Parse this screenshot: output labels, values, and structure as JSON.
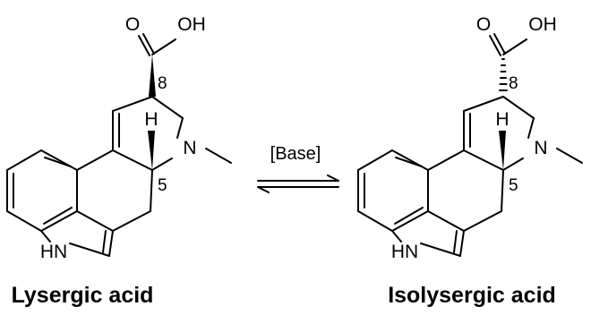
{
  "reaction": {
    "reagent": "[Base]",
    "left": {
      "name": "Lysergic acid",
      "atoms": {
        "o_carbonyl": "O",
        "oh": "OH",
        "n_ring": "N",
        "h_stereo": "H",
        "nh": "HN"
      },
      "locants": {
        "c8": "8",
        "c5": "5"
      }
    },
    "right": {
      "name": "Isolysergic acid",
      "atoms": {
        "o_carbonyl": "O",
        "oh": "OH",
        "n_ring": "N",
        "h_stereo": "H",
        "nh": "HN"
      },
      "locants": {
        "c8": "8",
        "c5": "5"
      }
    }
  }
}
